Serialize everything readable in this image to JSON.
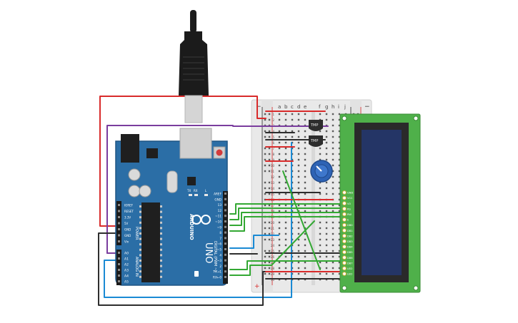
{
  "colors": {
    "arduino_board": "#2b6ea6",
    "arduino_edge": "#1f5584",
    "breadboard": "#e9e9e9",
    "lcd_pcb": "#4fb04a",
    "lcd_screen": "#243566",
    "lcd_bezel": "#2a2a2a",
    "wire_red": "#d92b2b",
    "wire_purple": "#7a3d9e",
    "wire_blue": "#1a8ad4",
    "wire_black": "#2e2e2e",
    "wire_green": "#33a833",
    "usb_plug": "#1b1b1b",
    "usb_metal": "#d5d5d5",
    "potentiometer": "#2e63b5"
  },
  "arduino": {
    "brand": "ARDUINO",
    "model": "UNO",
    "digital_label": "DIGITAL (PWM ~)",
    "analog_label": "ANALOG IN",
    "power_label": "POWER",
    "led_tx": "TX",
    "led_rx": "RX",
    "led_l": "L",
    "power_pins": [
      "IOREF",
      "RESET",
      "3.3V",
      "5V",
      "GND",
      "GND",
      "Vin"
    ],
    "analog_pins": [
      "A0",
      "A1",
      "A2",
      "A3",
      "A4",
      "A5"
    ],
    "digital_pins": [
      "AREF",
      "GND",
      "13",
      "12",
      "~11",
      "~10",
      "~9",
      "8",
      "7",
      "~6",
      "~5",
      "4",
      "~3",
      "2",
      "TX→1",
      "RX←0"
    ]
  },
  "breadboard": {
    "column_letters_left": [
      "a",
      "b",
      "c",
      "d",
      "e"
    ],
    "column_letters_right": [
      "f",
      "g",
      "h",
      "i",
      "j"
    ],
    "row_numbers": [
      "1",
      "2",
      "3",
      "4",
      "5",
      "6",
      "7",
      "8",
      "9",
      "10",
      "11",
      "12",
      "13",
      "14",
      "15",
      "16",
      "17",
      "18",
      "19",
      "20",
      "21",
      "22",
      "23",
      "24",
      "25",
      "26",
      "27",
      "28",
      "29",
      "30"
    ],
    "rail_minus": "−",
    "rail_plus": "+"
  },
  "sensors": [
    {
      "label": "TMP"
    },
    {
      "label": "TMP"
    }
  ],
  "lcd": {
    "pins": [
      "GND",
      "VCC",
      "V0",
      "RS",
      "RW",
      "E",
      "DB0",
      "DB1",
      "DB2",
      "DB3",
      "DB4",
      "DB5",
      "DB6",
      "DB7",
      "LED",
      "LED"
    ]
  }
}
